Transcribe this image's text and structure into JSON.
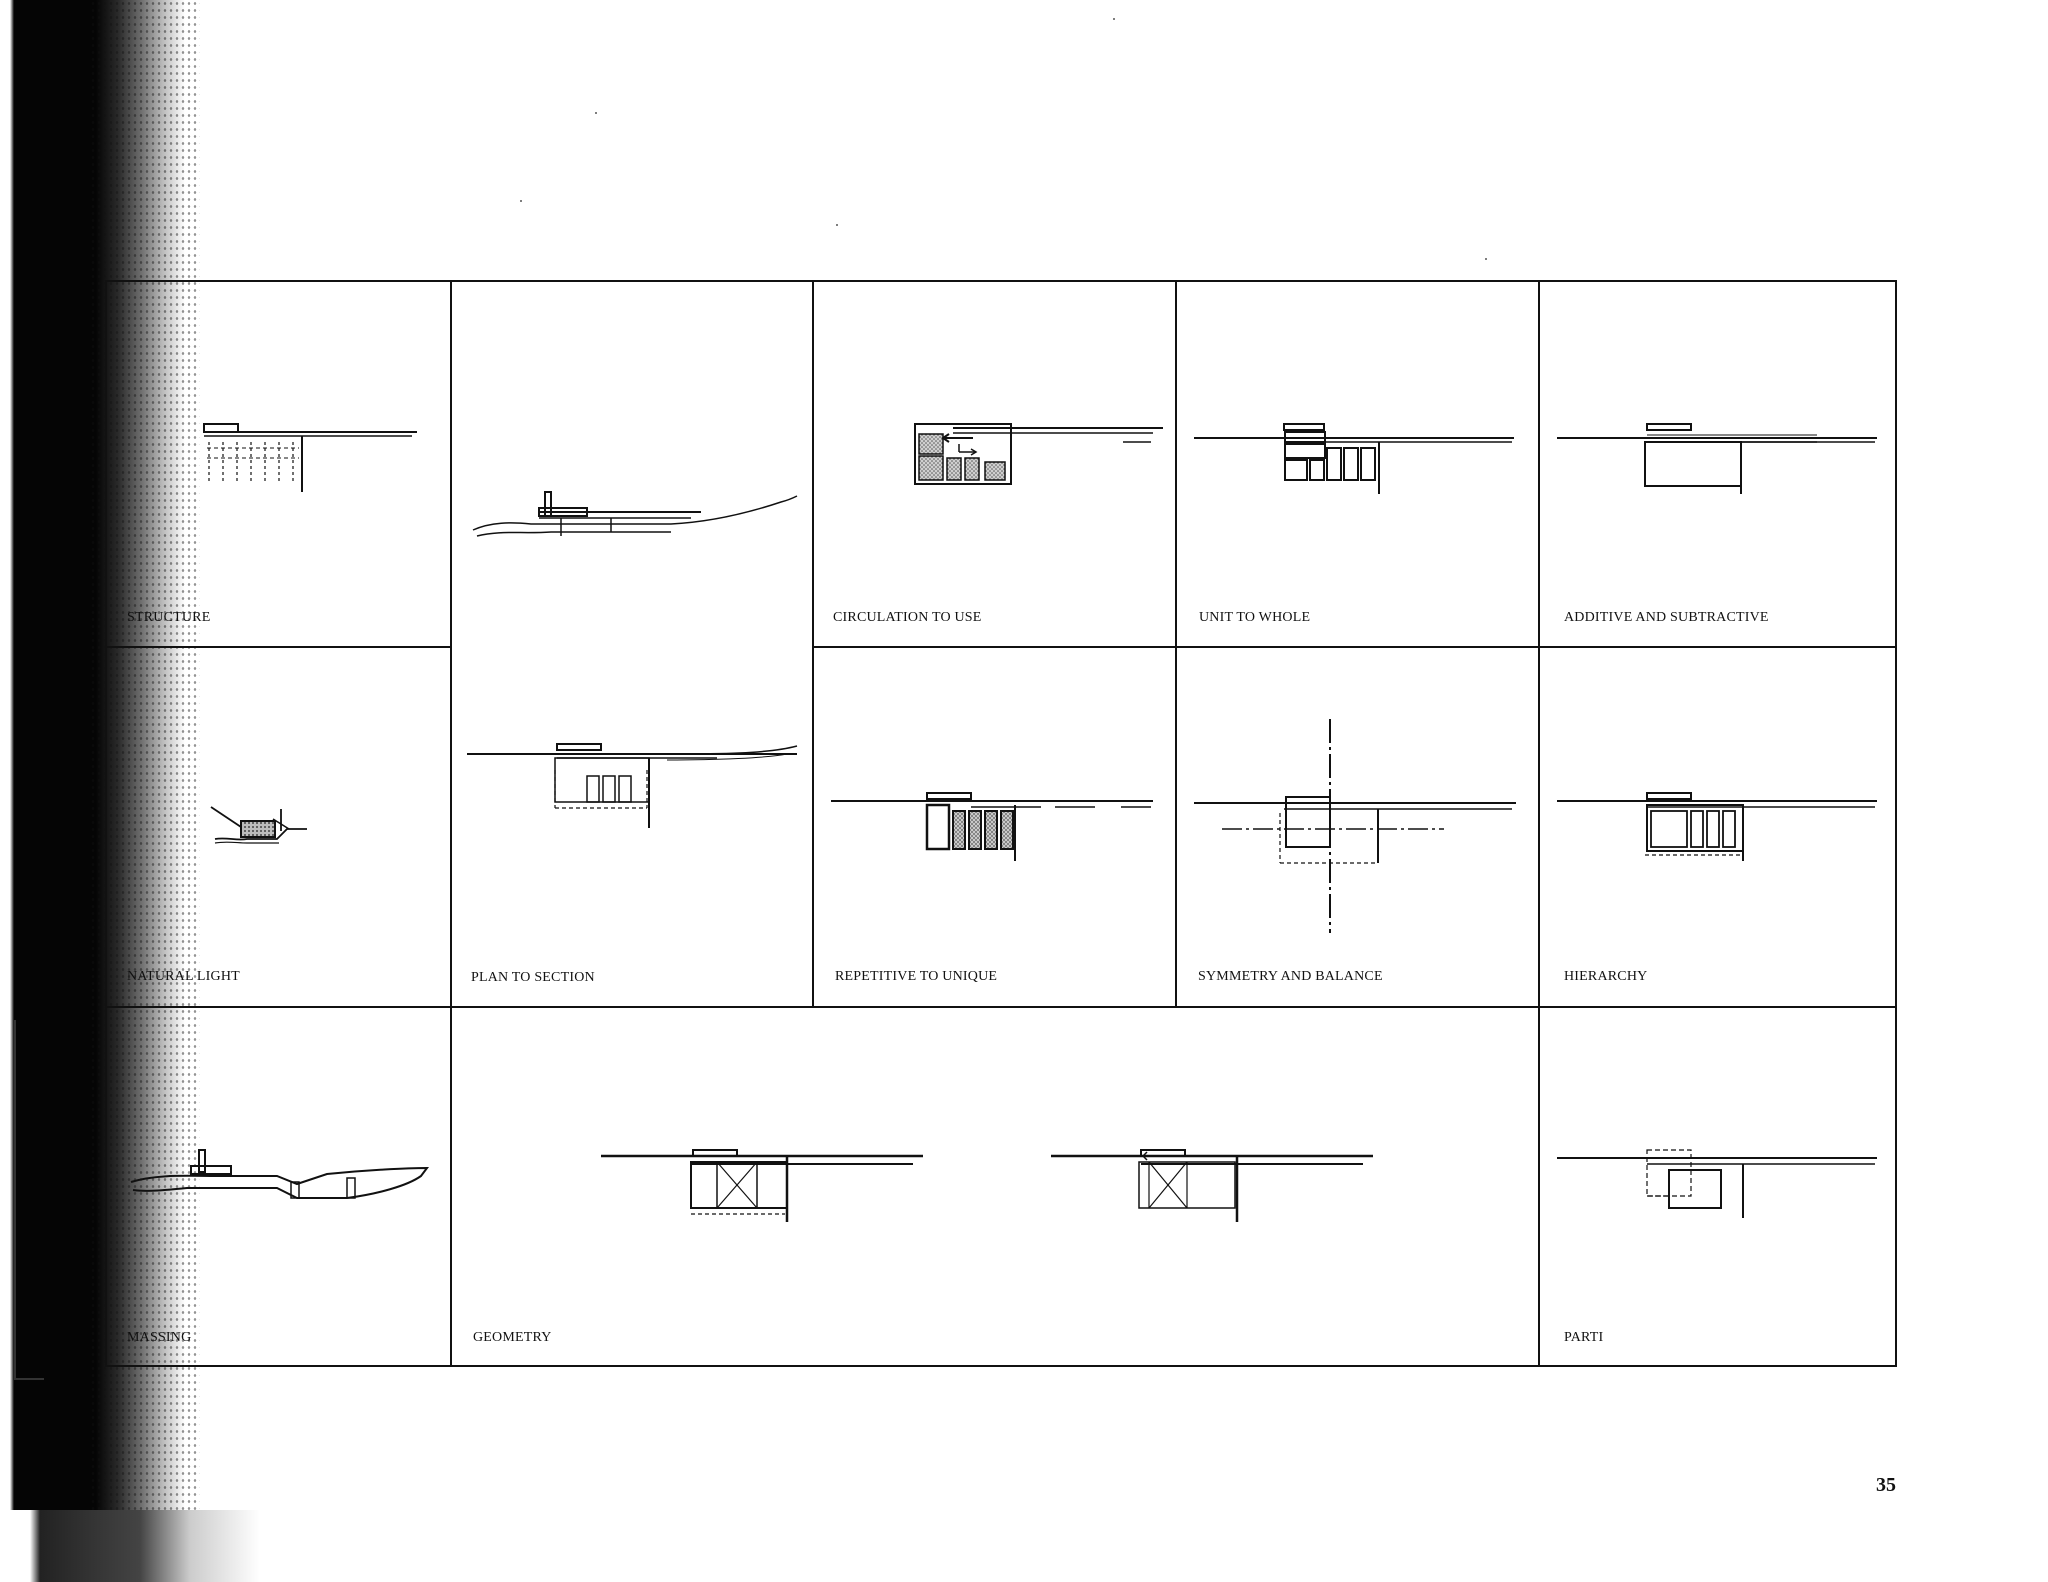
{
  "page": {
    "number": "35"
  },
  "panels": {
    "structure": "STRUCTURE",
    "plan_to_section": "PLAN TO SECTION",
    "circulation_to_use": "CIRCULATION TO USE",
    "unit_to_whole": "UNIT TO WHOLE",
    "additive_and_subtractive": "ADDITIVE AND SUBTRACTIVE",
    "natural_light": "NATURAL LIGHT",
    "repetitive_to_unique": "REPETITIVE TO UNIQUE",
    "symmetry_and_balance": "SYMMETRY AND BALANCE",
    "hierarchy": "HIERARCHY",
    "massing": "MASSING",
    "geometry": "GEOMETRY",
    "parti": "PARTI"
  },
  "colors": {
    "ink": "#111111",
    "hatch": "#8a8a8a",
    "paper": "#ffffff"
  }
}
